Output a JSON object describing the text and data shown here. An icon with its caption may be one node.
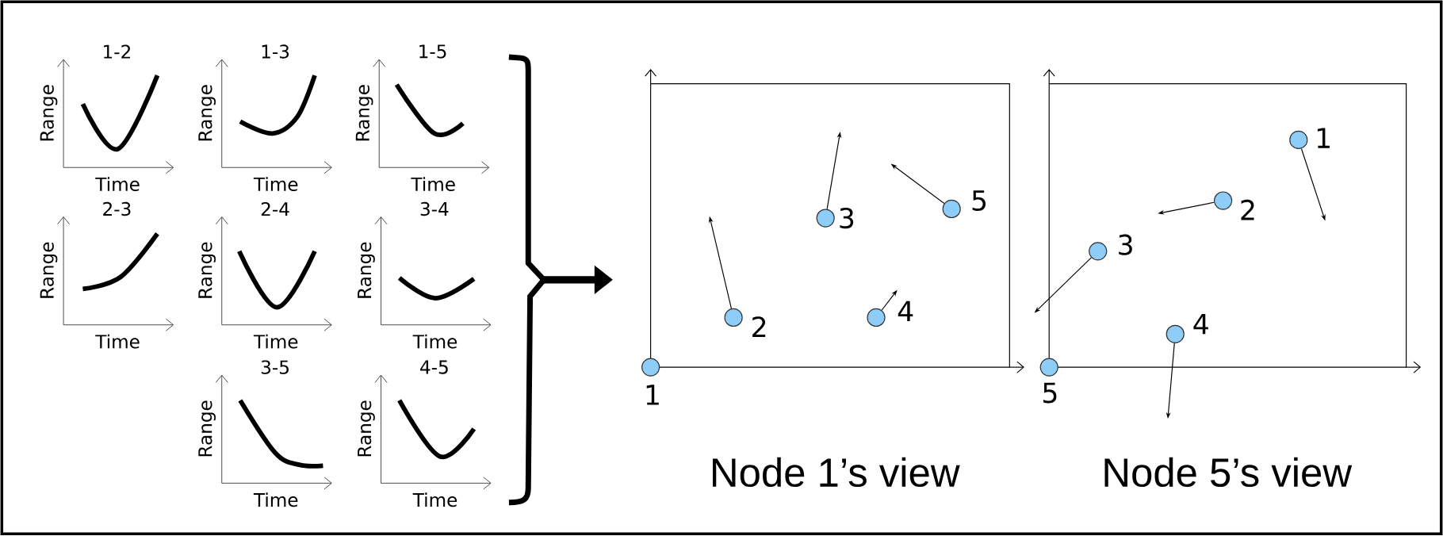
{
  "diagram": {
    "nodes": [
      {
        "text": [],
        "shape": "bracket"
      },
      {
        "text": [
          "Node 1’s view"
        ]
      },
      {
        "text": [],
        "shape": "circle",
        "beside": [
          "1"
        ],
        "in": 1
      },
      {
        "text": [],
        "shape": "circle",
        "beside": [
          "2"
        ],
        "in": 1
      },
      {
        "text": [],
        "shape": "circle",
        "beside": [
          "3"
        ],
        "in": 1
      },
      {
        "text": [],
        "shape": "circle",
        "beside": [
          "4"
        ],
        "in": 1
      },
      {
        "text": [],
        "shape": "circle",
        "beside": [
          "5"
        ],
        "in": 1
      },
      {
        "text": [
          "Node 5’s view"
        ]
      },
      {
        "text": [],
        "shape": "circle",
        "beside": [
          "1"
        ],
        "in": 7
      },
      {
        "text": [],
        "shape": "circle",
        "beside": [
          "2"
        ],
        "in": 7
      },
      {
        "text": [],
        "shape": "circle",
        "beside": [
          "3"
        ],
        "in": 7
      },
      {
        "text": [],
        "shape": "circle",
        "beside": [
          "4"
        ],
        "in": 7
      },
      {
        "text": [],
        "shape": "circle",
        "beside": [
          "5"
        ],
        "in": 7
      }
    ],
    "edges": [
      {
        "from": 0,
        "to": 1,
        "arrow": "to",
        "style": "thick"
      },
      {
        "from": 3,
        "to": null,
        "arrow": "to"
      },
      {
        "from": 4,
        "to": null,
        "arrow": "to"
      },
      {
        "from": 5,
        "to": null,
        "arrow": "to"
      },
      {
        "from": 6,
        "to": null,
        "arrow": "to"
      },
      {
        "from": 8,
        "to": null,
        "arrow": "to"
      },
      {
        "from": 9,
        "to": null,
        "arrow": "to"
      },
      {
        "from": 10,
        "to": null,
        "arrow": "to"
      },
      {
        "from": 11,
        "to": null,
        "arrow": "to"
      }
    ],
    "labels": [
      "1-2",
      "Range",
      "Time",
      "1-3",
      "Range",
      "Time",
      "1-5",
      "Range",
      "Time",
      "2-3",
      "Range",
      "Time",
      "2-4",
      "Range",
      "Time",
      "3-4",
      "Range",
      "Time",
      "3-5",
      "Range",
      "Time",
      "4-5",
      "Range",
      "Time"
    ]
  }
}
